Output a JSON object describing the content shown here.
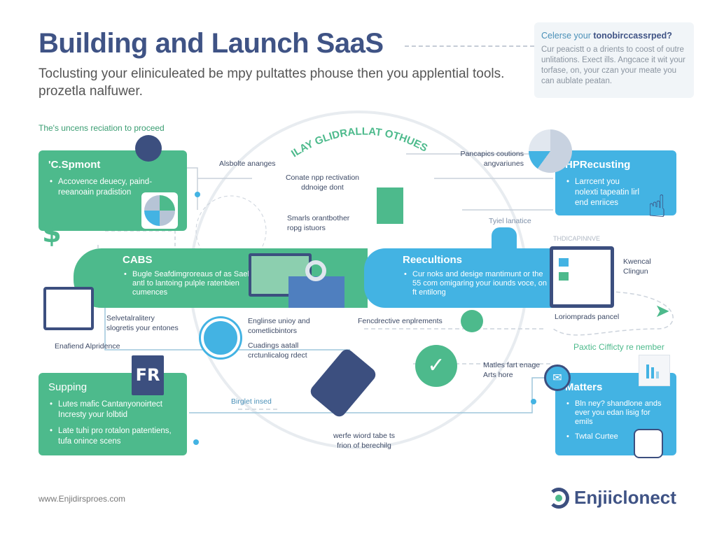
{
  "header": {
    "title": "Building and Launch SaaS",
    "subtitle": "Toclusting your eliniculeated be mpy pultattes phouse then you applential tools. prozetla nalfuwer."
  },
  "note": {
    "title_a": "Celerse your ",
    "title_b": "tonobirccassrped?",
    "body": "Cur peacistt o a drients to coost of outre unlitations. Exect ills. Angcace it wit your torfase, on, your czan your meate you can aublate peatan."
  },
  "intro_label": "The's uncens reciation to proceed",
  "arc_label": "ILAY GLIDRALLAT OTHUES",
  "cards": {
    "cspmont": {
      "title": "'C.Spmont",
      "bullets": [
        "Accovence deuecy, paind- reeanoain pradistion"
      ]
    },
    "cabs": {
      "title": "CABS",
      "bullets": [
        "Bugle Seafdimgroreaus of as Sael antl to lantoing pulple ratenbien cumences"
      ]
    },
    "reecultions": {
      "title": "Reecultions",
      "bullets": [
        "Cur noks and desige mantimunt or the 55 com omigaring your iounds voce, on ft entilong"
      ]
    },
    "hprecusting": {
      "title": "HPRecusting",
      "bullets": [
        "Larrcent you nolexti tapeatin lirl end enriices"
      ]
    },
    "supping": {
      "title": "Supping",
      "badge": "FR",
      "bullets": [
        "Lutes mafic Cantanyonoirtect Incresty your lolbtid",
        "Late tuhi pro rotalon patentiens, tufa onince scens"
      ]
    },
    "matters": {
      "title": "Matters",
      "bullets": [
        "Bln ney? shandlone ands ever you edan lisig for emils",
        "Twtal Curtee"
      ]
    }
  },
  "labels": {
    "absolute": "Alsbolte ananges",
    "conate": "Conate npp rectivation ddnoige dont",
    "smarls": "Smarls orantbother ropg istuors",
    "pancapics": "Pancapics coutions angvariunes",
    "tyiel": "Tyiel lanatice",
    "kwencal": "Kwencal Clingun",
    "selvetal": "Selvetalralitery slogretis your entones",
    "enafiend": "Enafiend Alpridence",
    "engline": "Englinse unioy and cometlicbintors",
    "cuadings": "Cuadings aatall crctunlicalog rdect",
    "fencdrective": "Fencdrective enplrements",
    "loriomprads": "Loriomprads pancel",
    "birglet": "Birglet insed",
    "matles": "Matles fart enage Arts hore",
    "paxtic": "Paxtic Cifficty re nember",
    "werfe": "werfe wiord tabe ts frion of berechilg",
    "banner": "THDICAPINNVE"
  },
  "footer": {
    "url": "www.Enjidirsproes.com",
    "logo": "Enjiiclonect"
  },
  "colors": {
    "green": "#4dba8c",
    "blue": "#43b3e3",
    "navy": "#3c4f7f"
  }
}
